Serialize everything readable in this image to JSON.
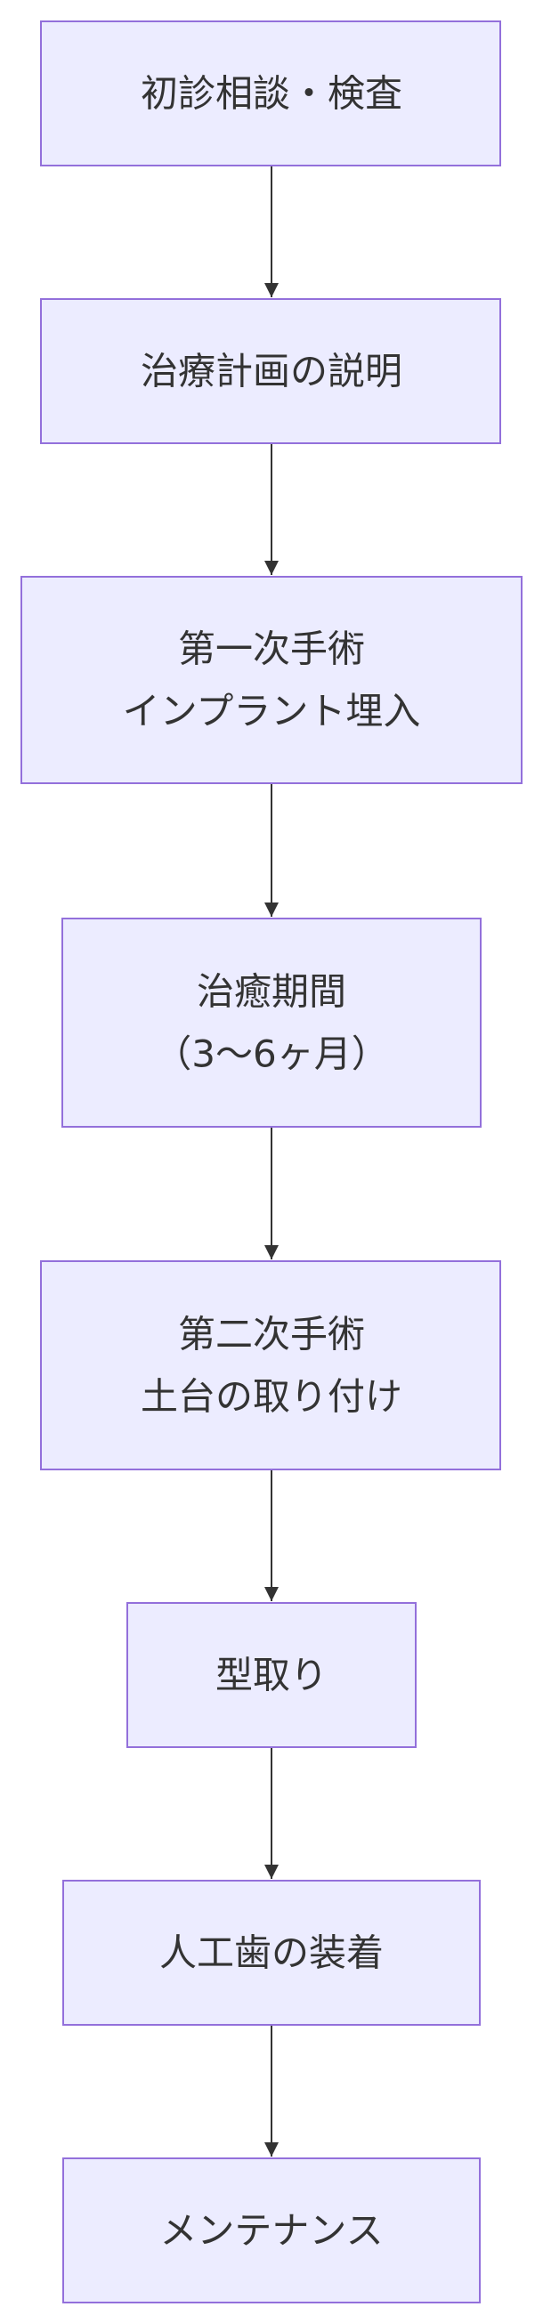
{
  "diagram": {
    "type": "flowchart",
    "direction": "top-to-bottom",
    "colors": {
      "node_fill": "#ECECFF",
      "node_stroke": "#9370DB",
      "edge": "#333333",
      "text": "#333333"
    },
    "nodes": [
      {
        "id": "consult",
        "lines": [
          "初診相談・検査"
        ]
      },
      {
        "id": "plan",
        "lines": [
          "治療計画の説明"
        ]
      },
      {
        "id": "surgery1",
        "lines": [
          "第一次手術",
          "インプラント埋入"
        ]
      },
      {
        "id": "healing",
        "lines": [
          "治癒期間",
          "（3〜6ヶ月）"
        ]
      },
      {
        "id": "surgery2",
        "lines": [
          "第二次手術",
          "土台の取り付け"
        ]
      },
      {
        "id": "impression",
        "lines": [
          "型取り"
        ]
      },
      {
        "id": "prosthesis",
        "lines": [
          "人工歯の装着"
        ]
      },
      {
        "id": "maintenance",
        "lines": [
          "メンテナンス"
        ]
      }
    ],
    "edges": [
      {
        "from": "consult",
        "to": "plan"
      },
      {
        "from": "plan",
        "to": "surgery1"
      },
      {
        "from": "surgery1",
        "to": "healing"
      },
      {
        "from": "healing",
        "to": "surgery2"
      },
      {
        "from": "surgery2",
        "to": "impression"
      },
      {
        "from": "impression",
        "to": "prosthesis"
      },
      {
        "from": "prosthesis",
        "to": "maintenance"
      }
    ]
  }
}
